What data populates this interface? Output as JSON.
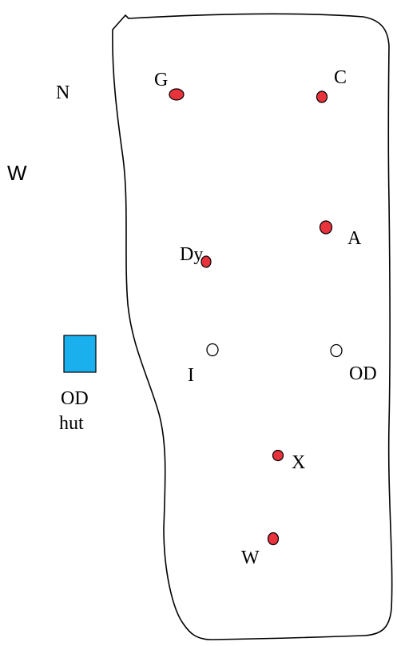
{
  "colors": {
    "outline": "#000000",
    "marker_filled": "#e8323c",
    "marker_open": "#ffffff",
    "hut_fill": "#1ab0ee",
    "hut_stroke": "#000000"
  },
  "compass": {
    "north": "N",
    "west": "W"
  },
  "hut": {
    "line1": "OD",
    "line2": "hut"
  },
  "markers": [
    {
      "id": "G",
      "label": "G",
      "filled": true
    },
    {
      "id": "C",
      "label": "C",
      "filled": true
    },
    {
      "id": "A",
      "label": "A",
      "filled": true
    },
    {
      "id": "Dy",
      "label": "Dy",
      "filled": true
    },
    {
      "id": "I",
      "label": "I",
      "filled": false
    },
    {
      "id": "OD",
      "label": "OD",
      "filled": false
    },
    {
      "id": "X",
      "label": "X",
      "filled": true
    },
    {
      "id": "W",
      "label": "W",
      "filled": true
    }
  ]
}
